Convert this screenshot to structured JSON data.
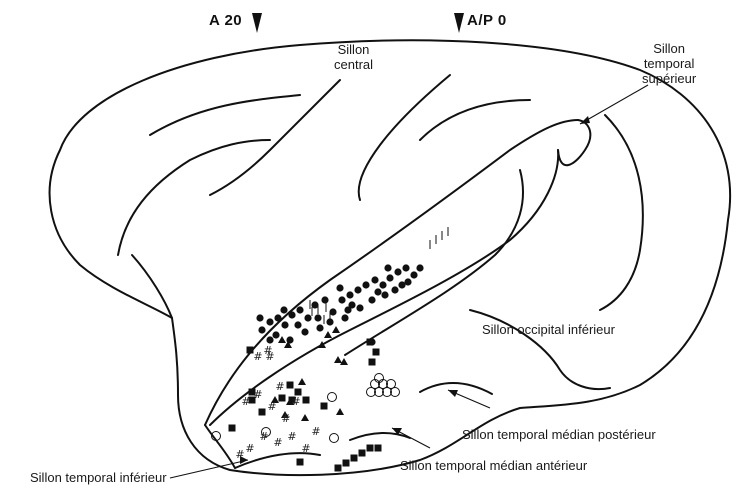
{
  "markers": {
    "a20": "A 20",
    "ap0": "A/P 0"
  },
  "labels": {
    "sillon_central_1": "Sillon",
    "sillon_central_2": "central",
    "sts_1": "Sillon",
    "sts_2": "temporal",
    "sts_3": "supérieur",
    "occipital_inferieur": "Sillon occipital inférieur",
    "temporal_median_posterieur": "Sillon temporal médian postérieur",
    "temporal_median_anterieur": "Sillon temporal médian antérieur",
    "temporal_inferieur": "Sillon temporal inférieur"
  },
  "symbols": {
    "filled_circle": "filled-circle",
    "filled_triangle": "filled-triangle",
    "filled_square": "filled-square",
    "open_circle": "open-circle",
    "hash": "hash",
    "vertical_tick": "vertical-tick"
  }
}
